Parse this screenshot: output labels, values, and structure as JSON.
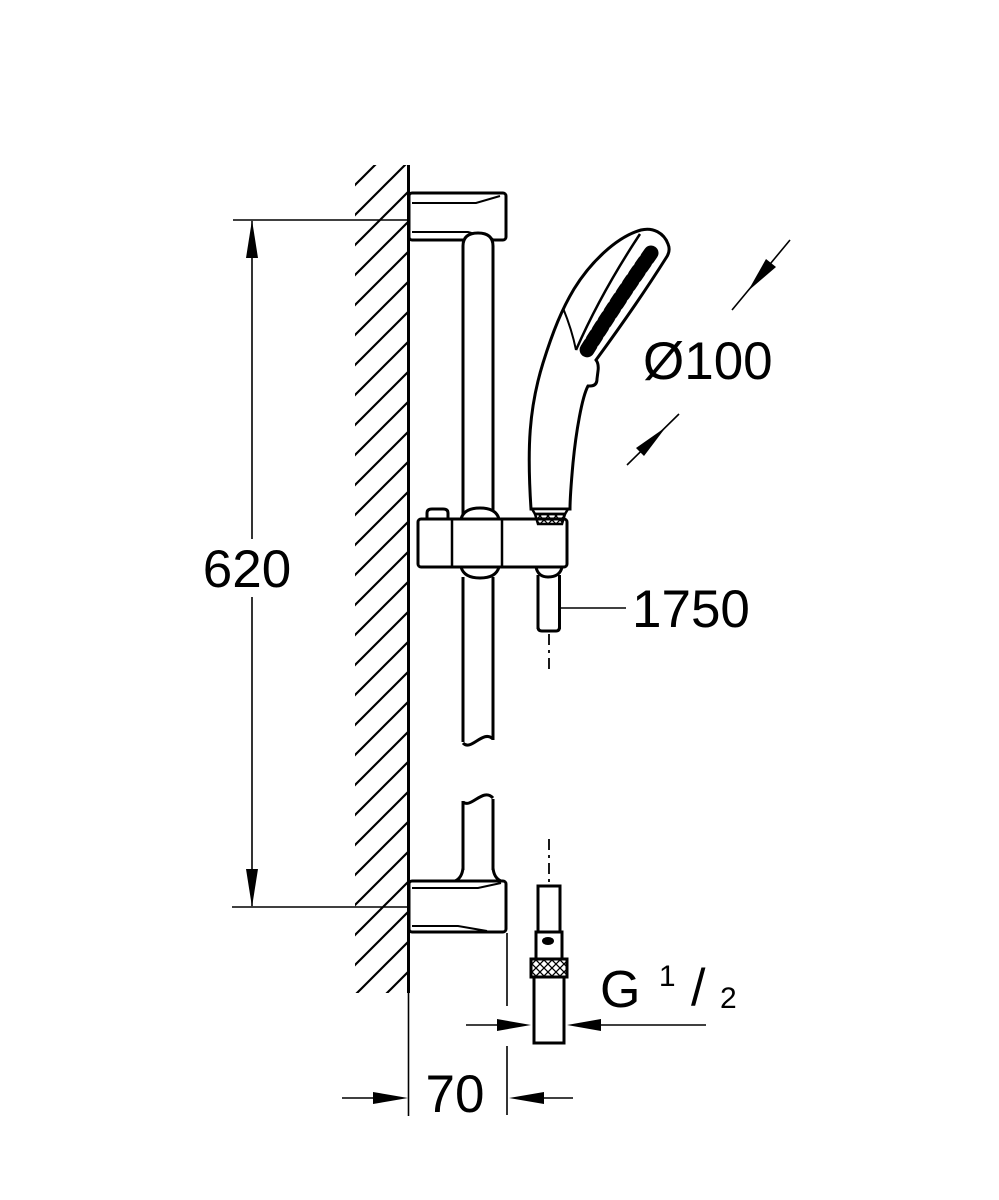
{
  "drawing": {
    "background": "#ffffff",
    "line_color": "#000000"
  },
  "dimensions": {
    "rail_height": "620",
    "head_diameter": "Ø100",
    "hose_length": "1750",
    "wall_offset": "70",
    "thread": {
      "letter": "G",
      "numerator": "1",
      "slash": "/",
      "denominator": "2"
    }
  }
}
